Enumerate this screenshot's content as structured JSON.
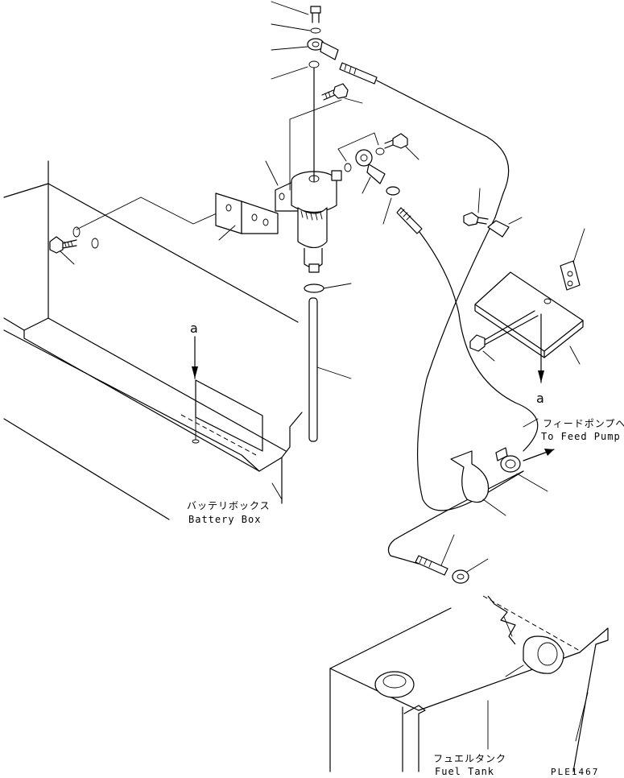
{
  "diagram": {
    "labels": {
      "feed_pump_jp": "フィードポンプへ",
      "feed_pump_en": "To Feed Pump",
      "battery_box_jp": "バッテリボックス",
      "battery_box_en": "Battery Box",
      "fuel_tank_jp": "フュエルタンク",
      "fuel_tank_en": "Fuel Tank",
      "view_a_top": "a",
      "view_a_right": "a",
      "drawing_code": "PLE1467"
    }
  }
}
